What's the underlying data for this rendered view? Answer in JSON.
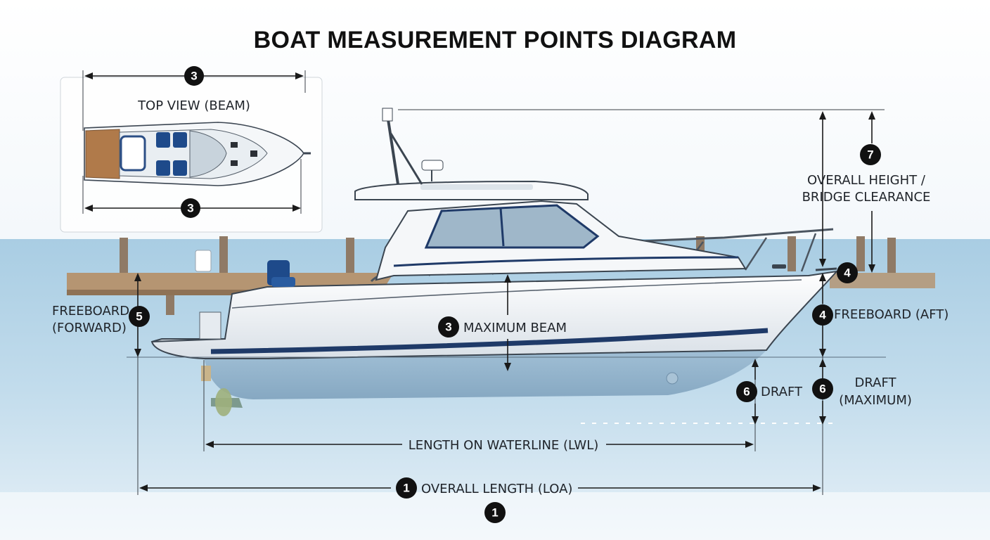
{
  "title": "BOAT MEASUREMENT POINTS DIAGRAM",
  "top_view": {
    "label": "TOP VIEW (BEAM)",
    "badge_top": "3",
    "badge_bottom": "3"
  },
  "labels": {
    "overall_height_line1": "OVERALL HEIGHT /",
    "overall_height_line2": "BRIDGE CLEARANCE",
    "freeboard_forward_line1": "FREEBOARD",
    "freeboard_forward_line2": "(FORWARD)",
    "freeboard_aft": "FREEBOARD (AFT)",
    "maximum_beam": "MAXIMUM BEAM",
    "draft": "DRAFT",
    "draft_max_line1": "DRAFT",
    "draft_max_line2": "(MAXIMUM)",
    "lwl": "LENGTH ON WATERLINE (LWL)",
    "loa": "OVERALL LENGTH (LOA)"
  },
  "badges": {
    "height": "7",
    "deck_point": "4",
    "freeboard_aft": "4",
    "freeboard_forward": "5",
    "maximum_beam": "3",
    "draft": "6",
    "draft_max": "6",
    "loa": "1",
    "loa_bottom": "1"
  },
  "colors": {
    "water": "#b9d7ea",
    "water_deep": "#8fb9d6",
    "hull": "#f4f6f8",
    "stripe": "#1f3a68",
    "dock": "#a88a6a",
    "deck_wood": "#b07a4a",
    "glass": "#9fb7c9",
    "seat": "#1e4a8a",
    "badge": "#111111"
  }
}
